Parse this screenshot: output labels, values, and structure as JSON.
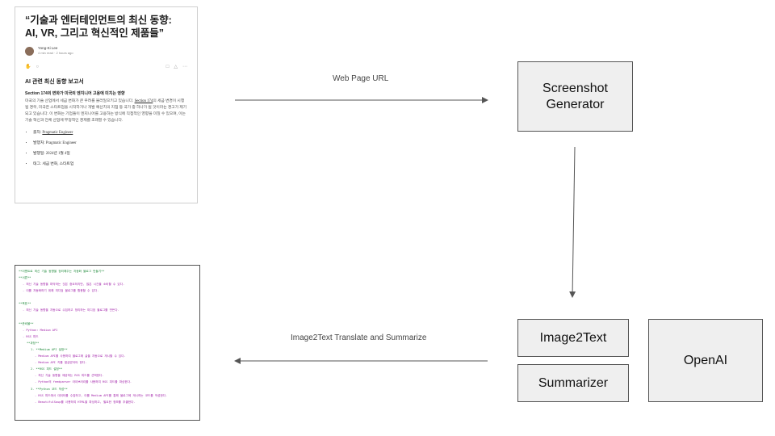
{
  "nodes": {
    "screenshot_generator": "Screenshot\nGenerator",
    "image2text": "Image2Text",
    "summarizer": "Summarizer",
    "openai": "OpenAI"
  },
  "edges": {
    "web_page_url": "Web Page URL",
    "translate_summarize": "Image2Text Translate and Summarize"
  },
  "article": {
    "title": "“기술과 엔터테인먼트의 최신 동향: AI, VR, 그리고 혁신적인 제품들”",
    "author": "Yong-Ki Lee",
    "meta": "4 min read · 2 hours ago",
    "heading": "AI 관련 최신 동향 보고서",
    "subheading": "Section 174의 변화가 미국의 엔지니어 고용에 미치는 영향",
    "body_prefix": "미국의 기술 산업에서 세금 변화가 큰 우려를 불러일으키고 있습니다. ",
    "body_link": "Section 174",
    "body_rest": "의 세금 변경이 시행될 경우, 미국은 스타트업을 시작하거나 개발 예산치의 지점 등 국가 중 하나가 될 것이라는 경고가 제기되고 있습니다. 이 변화는 기업들이 엔지니어를 고용하는 방식에 직접적인 영향을 미칠 수 있으며, 이는 기술 혁신과 전체 산업에 부정적인 경제를 초래할 수 있습니다.",
    "list": [
      {
        "label": "출처: ",
        "value": "Pragmatic Engineer",
        "link": true
      },
      {
        "label": "발행처: ",
        "value": "Pragmatic Engineer",
        "link": false
      },
      {
        "label": "발행일: ",
        "value": "2024년 1월 4일",
        "link": false
      },
      {
        "label": "태그: ",
        "value": "세금 변화, 스타트업",
        "link": false
      }
    ]
  },
  "markdown": {
    "lines": [
      {
        "text": "**이벤트로 최신 기술 동향을 정리해주는 자동화 블로그 만들기**",
        "kind": "h",
        "indent": 0
      },
      {
        "text": "**서론**",
        "kind": "h",
        "indent": 0
      },
      {
        "text": "- 최신 기술 동향을 파악하는 것은 중요하지만, 많은 시간을 소비할 수 있다.",
        "kind": "t",
        "indent": 1
      },
      {
        "text": "- 이를 자동화하기 위해 미디엄 블로그를 활용할 수 있다.",
        "kind": "t",
        "indent": 1
      },
      {
        "text": "",
        "kind": "gap",
        "indent": 0
      },
      {
        "text": "**목표**",
        "kind": "h",
        "indent": 0
      },
      {
        "text": "- 최신 기술 동향을 자동으로 수집하고 정리하는 미디엄 블로그를 만든다.",
        "kind": "t",
        "indent": 1
      },
      {
        "text": "",
        "kind": "gap",
        "indent": 0
      },
      {
        "text": "**준비물**",
        "kind": "h",
        "indent": 0
      },
      {
        "text": "- Python: Medium API",
        "kind": "t",
        "indent": 1
      },
      {
        "text": "- RSS 피드",
        "kind": "t",
        "indent": 1
      },
      {
        "text": "**과정**",
        "kind": "h",
        "indent": 2
      },
      {
        "text": "1. **Medium API 설정**",
        "kind": "h",
        "indent": 3
      },
      {
        "text": "- Medium API를 사용하여 블로그에 글을 자동으로 게시할 수 있다.",
        "kind": "t",
        "indent": 4
      },
      {
        "text": "- Medium API 키를 발급받아야 한다.",
        "kind": "t",
        "indent": 4
      },
      {
        "text": "2. **RSS 피드 설정**",
        "kind": "h",
        "indent": 3
      },
      {
        "text": "- 최신 기술 동향을 제공하는 RSS 피드를 선택한다.",
        "kind": "t",
        "indent": 4
      },
      {
        "text": "- Python의 feedparser 라이브러리를 사용하여 RSS 피드를 파싱한다.",
        "kind": "t",
        "indent": 4
      },
      {
        "text": "3. **Python 코드 작성**",
        "kind": "h",
        "indent": 3
      },
      {
        "text": "- RSS 피드에서 데이터를 수집하고, 이를 Medium API를 통해 블로그에 게시하는 코드를 작성한다.",
        "kind": "t",
        "indent": 4
      },
      {
        "text": "- BeautifulSoup를 사용하여 HTML을 파싱하고, 필요한 정보를 추출한다.",
        "kind": "t",
        "indent": 4
      }
    ]
  },
  "colors": {
    "box_fill": "#efefef",
    "box_border": "#555555",
    "arrow": "#555555",
    "md_heading": "#1f8a3a",
    "md_text": "#a01fa8"
  },
  "icons": [
    "clap-icon",
    "comment-icon",
    "bookmark-icon",
    "share-icon",
    "more-icon"
  ]
}
